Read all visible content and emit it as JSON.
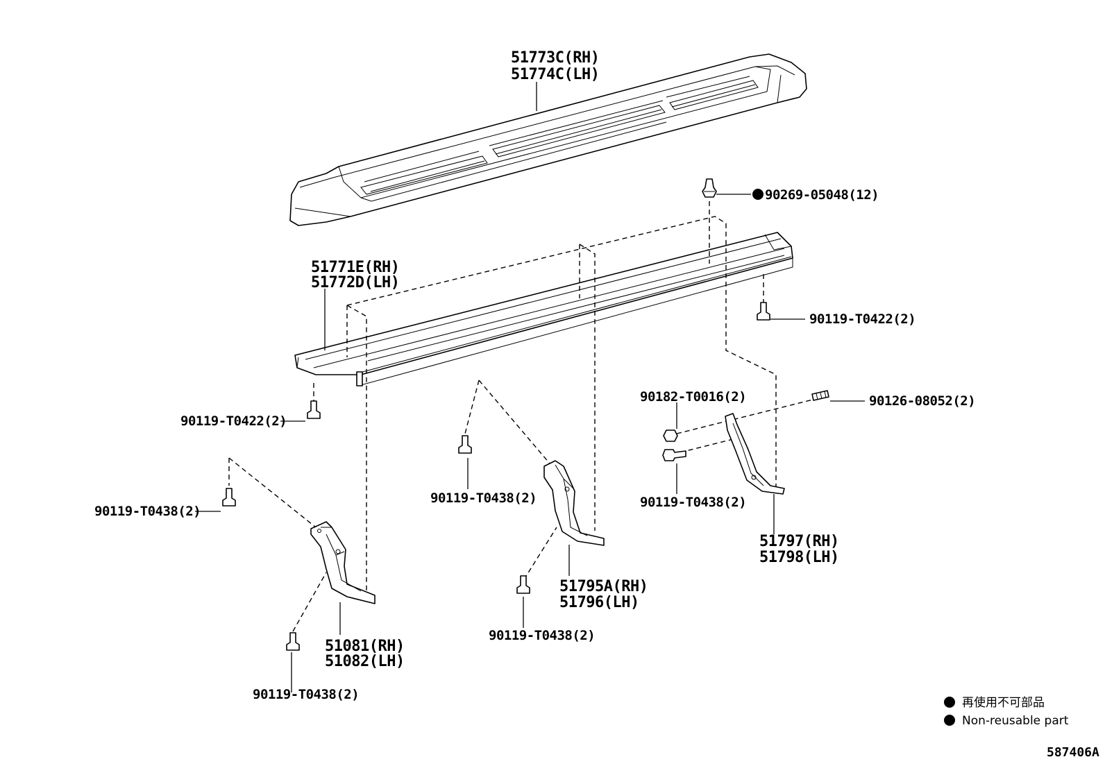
{
  "parts": {
    "step_cover": [
      "51773C(RH)",
      "51774C(LH)"
    ],
    "step_board": [
      "51771E(RH)",
      "51772D(LH)"
    ],
    "bracket_front": [
      "51081(RH)",
      "51082(LH)"
    ],
    "bracket_center": [
      "51795A(RH)",
      "51796(LH)"
    ],
    "bracket_rear": [
      "51797(RH)",
      "51798(LH)"
    ]
  },
  "fasteners": {
    "clip": "90269-05048(12)",
    "bolt_board_rear": "90119-T0422(2)",
    "bolt_board_front": "90119-T0422(2)",
    "nut_rear": "90182-T0016(2)",
    "stud_rear": "90126-08052(2)",
    "bolt_rear": "90119-T0438(2)",
    "bolt_center_top": "90119-T0438(2)",
    "bolt_center_bottom": "90119-T0438(2)",
    "bolt_front_top": "90119-T0438(2)",
    "bolt_front_bottom": "90119-T0438(2)"
  },
  "legend": {
    "ja": "再使用不可部品",
    "en": "Non-reusable part"
  },
  "figure_code": "587406A"
}
